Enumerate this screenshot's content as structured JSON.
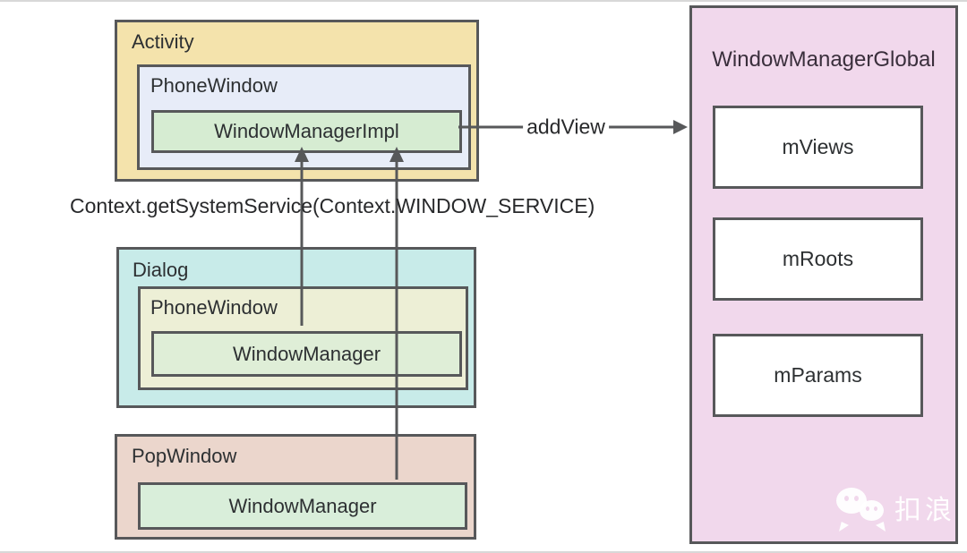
{
  "activity_group": {
    "title": "Activity",
    "phone_window": {
      "title": "PhoneWindow",
      "window_manager_impl": "WindowManagerImpl"
    }
  },
  "dialog_group": {
    "title": "Dialog",
    "phone_window": {
      "title": "PhoneWindow",
      "window_manager": "WindowManager"
    }
  },
  "popwindow_group": {
    "title": "PopWindow",
    "window_manager": "WindowManager"
  },
  "window_manager_global": {
    "title": "WindowManagerGlobal",
    "members": [
      "mViews",
      "mRoots",
      "mParams"
    ]
  },
  "annotations": {
    "add_view": "addView",
    "get_system_service": "Context.getSystemService(Context.WINDOW_SERVICE)"
  },
  "watermark": {
    "brand": "扣浪",
    "icon": "wechat-logo"
  },
  "colors": {
    "border": "#57585a",
    "activity_bg": "#f4e3ac",
    "phonewindow_activity_bg": "#e7ecf8",
    "windowmanagerimpl_bg": "#d6ecd2",
    "dialog_bg": "#c8ebe9",
    "phonewindow_dialog_bg": "#edefd6",
    "windowmanager_dialog_bg": "#dfeed7",
    "popwindow_bg": "#ebd6cc",
    "windowmanager_popwindow_bg": "#d9eeda",
    "global_bg": "#f1d8ec",
    "member_bg": "#ffffff"
  }
}
